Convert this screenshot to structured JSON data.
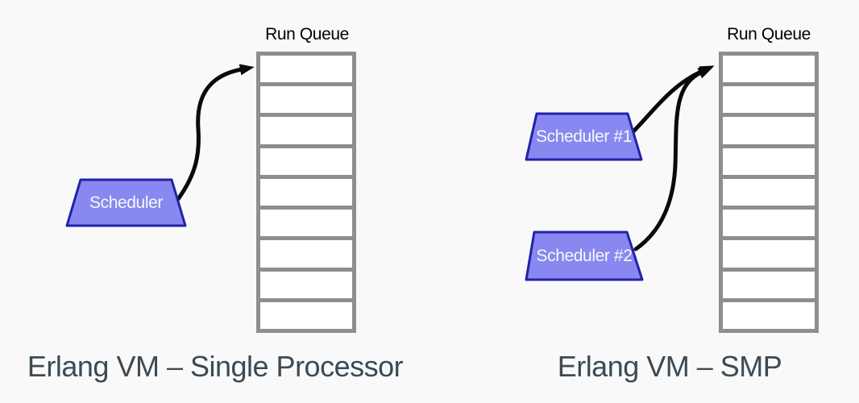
{
  "colors": {
    "background": "#f9f9f9",
    "scheduler_fill": "#8888f0",
    "scheduler_border": "#2222aa",
    "queue_frame": "#8e8e8e",
    "queue_cell": "#ffffff",
    "arrow": "#0a0a0a",
    "caption_text": "#3b4a54",
    "run_queue_label_text": "#000000",
    "scheduler_label_text": "#f8f8fa"
  },
  "panels": [
    {
      "caption": "Erlang VM – Single Processor",
      "run_queue": {
        "label": "Run Queue",
        "slots": 9
      },
      "schedulers": [
        {
          "label": "Scheduler"
        }
      ]
    },
    {
      "caption": "Erlang VM – SMP",
      "run_queue": {
        "label": "Run Queue",
        "slots": 9
      },
      "schedulers": [
        {
          "label": "Scheduler #1"
        },
        {
          "label": "Scheduler #2"
        }
      ]
    }
  ]
}
